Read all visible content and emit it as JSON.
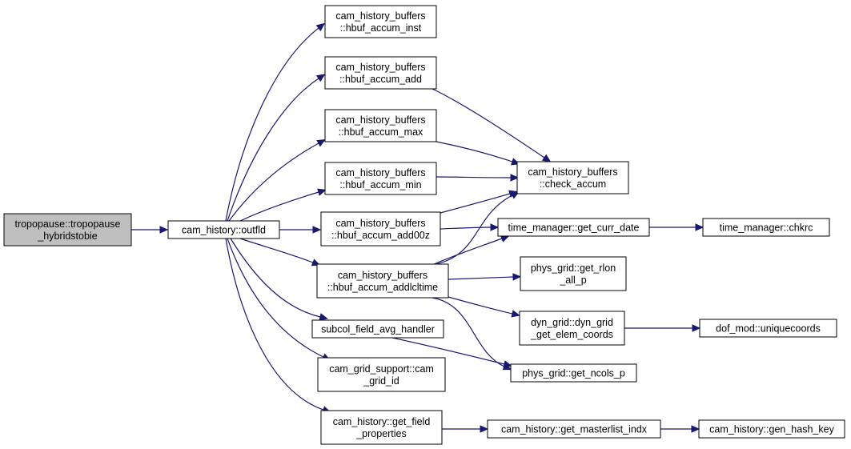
{
  "nodes": {
    "root": [
      "tropopause::tropopause",
      "_hybridstobie"
    ],
    "outfld": [
      "cam_history::outfld"
    ],
    "inst": [
      "cam_history_buffers",
      "::hbuf_accum_inst"
    ],
    "add": [
      "cam_history_buffers",
      "::hbuf_accum_add"
    ],
    "max": [
      "cam_history_buffers",
      "::hbuf_accum_max"
    ],
    "min": [
      "cam_history_buffers",
      "::hbuf_accum_min"
    ],
    "add00z": [
      "cam_history_buffers",
      "::hbuf_accum_add00z"
    ],
    "addlcl": [
      "cam_history_buffers",
      "::hbuf_accum_addlcltime"
    ],
    "subcol": [
      "subcol_field_avg_handler"
    ],
    "gridid": [
      "cam_grid_support::cam",
      "_grid_id"
    ],
    "getfield": [
      "cam_history::get_field",
      "_properties"
    ],
    "check": [
      "cam_history_buffers",
      "::check_accum"
    ],
    "currdate": [
      "time_manager::get_curr_date"
    ],
    "rlon": [
      "phys_grid::get_rlon",
      "_all_p"
    ],
    "elem": [
      "dyn_grid::dyn_grid",
      "_get_elem_coords"
    ],
    "ncols": [
      "phys_grid::get_ncols_p"
    ],
    "masterlist": [
      "cam_history::get_masterlist_indx"
    ],
    "chkrc": [
      "time_manager::chkrc"
    ],
    "unique": [
      "dof_mod::uniquecoords"
    ],
    "hash": [
      "cam_history::gen_hash_key"
    ]
  },
  "edges": [
    [
      "root",
      "outfld"
    ],
    [
      "outfld",
      "inst"
    ],
    [
      "outfld",
      "add"
    ],
    [
      "outfld",
      "max"
    ],
    [
      "outfld",
      "min"
    ],
    [
      "outfld",
      "add00z"
    ],
    [
      "outfld",
      "addlcl"
    ],
    [
      "outfld",
      "subcol"
    ],
    [
      "outfld",
      "gridid"
    ],
    [
      "outfld",
      "getfield"
    ],
    [
      "add",
      "check"
    ],
    [
      "max",
      "check"
    ],
    [
      "min",
      "check"
    ],
    [
      "add00z",
      "check"
    ],
    [
      "addlcl",
      "check"
    ],
    [
      "add00z",
      "currdate"
    ],
    [
      "addlcl",
      "currdate"
    ],
    [
      "addlcl",
      "rlon"
    ],
    [
      "addlcl",
      "elem"
    ],
    [
      "addlcl",
      "ncols"
    ],
    [
      "subcol",
      "ncols"
    ],
    [
      "currdate",
      "chkrc"
    ],
    [
      "elem",
      "unique"
    ],
    [
      "getfield",
      "masterlist"
    ],
    [
      "masterlist",
      "hash"
    ]
  ],
  "colors": {
    "edge": "#191970",
    "root_fill": "#bfbfbf",
    "node_fill": "#ffffff"
  }
}
